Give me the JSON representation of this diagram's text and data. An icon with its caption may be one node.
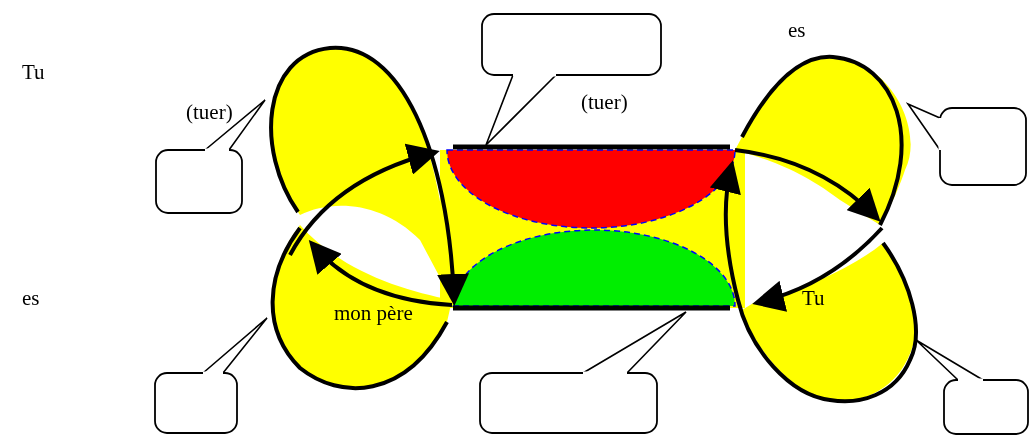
{
  "diagram": {
    "nodes": [
      {
        "text": [],
        "shape": "callout"
      },
      {
        "text": [],
        "shape": "callout"
      },
      {
        "text": [],
        "shape": "callout"
      },
      {
        "text": [],
        "shape": "callout"
      },
      {
        "text": [],
        "shape": "callout"
      },
      {
        "text": [],
        "shape": "callout"
      }
    ],
    "labels": [
      "es",
      "Tu",
      "(tuer)",
      "(tuer)",
      "es",
      "mon père",
      "Tu"
    ]
  }
}
